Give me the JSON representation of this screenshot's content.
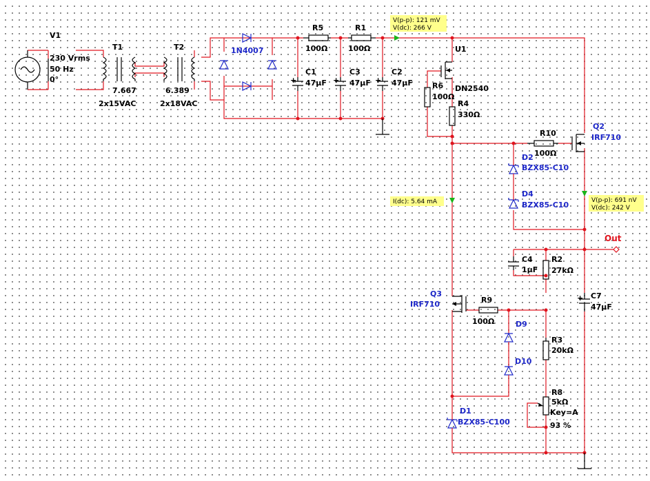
{
  "title": "",
  "components": {
    "v1": {
      "name": "V1",
      "value": "230 Vrms",
      "freq": "50 Hz",
      "phase": "0°"
    },
    "t1": {
      "name": "T1",
      "ratio": "7.667",
      "desc": "2x15VAC"
    },
    "t2": {
      "name": "T2",
      "ratio": "6.389",
      "desc": "2x18VAC"
    },
    "bridge": {
      "name": "1N4007"
    },
    "r5": {
      "name": "R5",
      "value": "100Ω"
    },
    "r1": {
      "name": "R1",
      "value": "100Ω"
    },
    "c1": {
      "name": "C1",
      "value": "47µF"
    },
    "c3": {
      "name": "C3",
      "value": "47µF"
    },
    "c2": {
      "name": "C2",
      "value": "47µF"
    },
    "u1": {
      "name": "U1",
      "part": "DN2540"
    },
    "r6": {
      "name": "R6",
      "value": "100Ω"
    },
    "r4": {
      "name": "R4",
      "value": "330Ω"
    },
    "r10": {
      "name": "R10",
      "value": "100Ω"
    },
    "q2": {
      "name": "Q2",
      "part": "IRF710"
    },
    "d2": {
      "name": "D2",
      "part": "BZX85-C10"
    },
    "d4": {
      "name": "D4",
      "part": "BZX85-C10"
    },
    "c4": {
      "name": "C4",
      "value": "1µF"
    },
    "r2": {
      "name": "R2",
      "value": "27kΩ"
    },
    "c7": {
      "name": "C7",
      "value": "47µF"
    },
    "q3": {
      "name": "Q3",
      "part": "IRF710"
    },
    "r9": {
      "name": "R9",
      "value": "100Ω"
    },
    "d9": {
      "name": "D9"
    },
    "d10": {
      "name": "D10"
    },
    "r3": {
      "name": "R3",
      "value": "20kΩ"
    },
    "r8": {
      "name": "R8",
      "value": "5kΩ",
      "key": "Key=A",
      "setting": "93 %"
    },
    "d1": {
      "name": "D1",
      "part": "BZX85-C100"
    }
  },
  "output_label": "Out",
  "probes": {
    "p1": {
      "line1": "V(p-p): 121 mV",
      "line2": "V(dc): 266 V"
    },
    "p2": {
      "line1": "I(dc): 5.64 mA"
    },
    "p3": {
      "line1": "V(p-p): 691 nV",
      "line2": "V(dc): 242 V"
    }
  },
  "colors": {
    "wire": "#e0141e",
    "component_label": "#1e28c8",
    "probe_bg": "#ffff8c",
    "probe_arrow": "#19b419"
  }
}
